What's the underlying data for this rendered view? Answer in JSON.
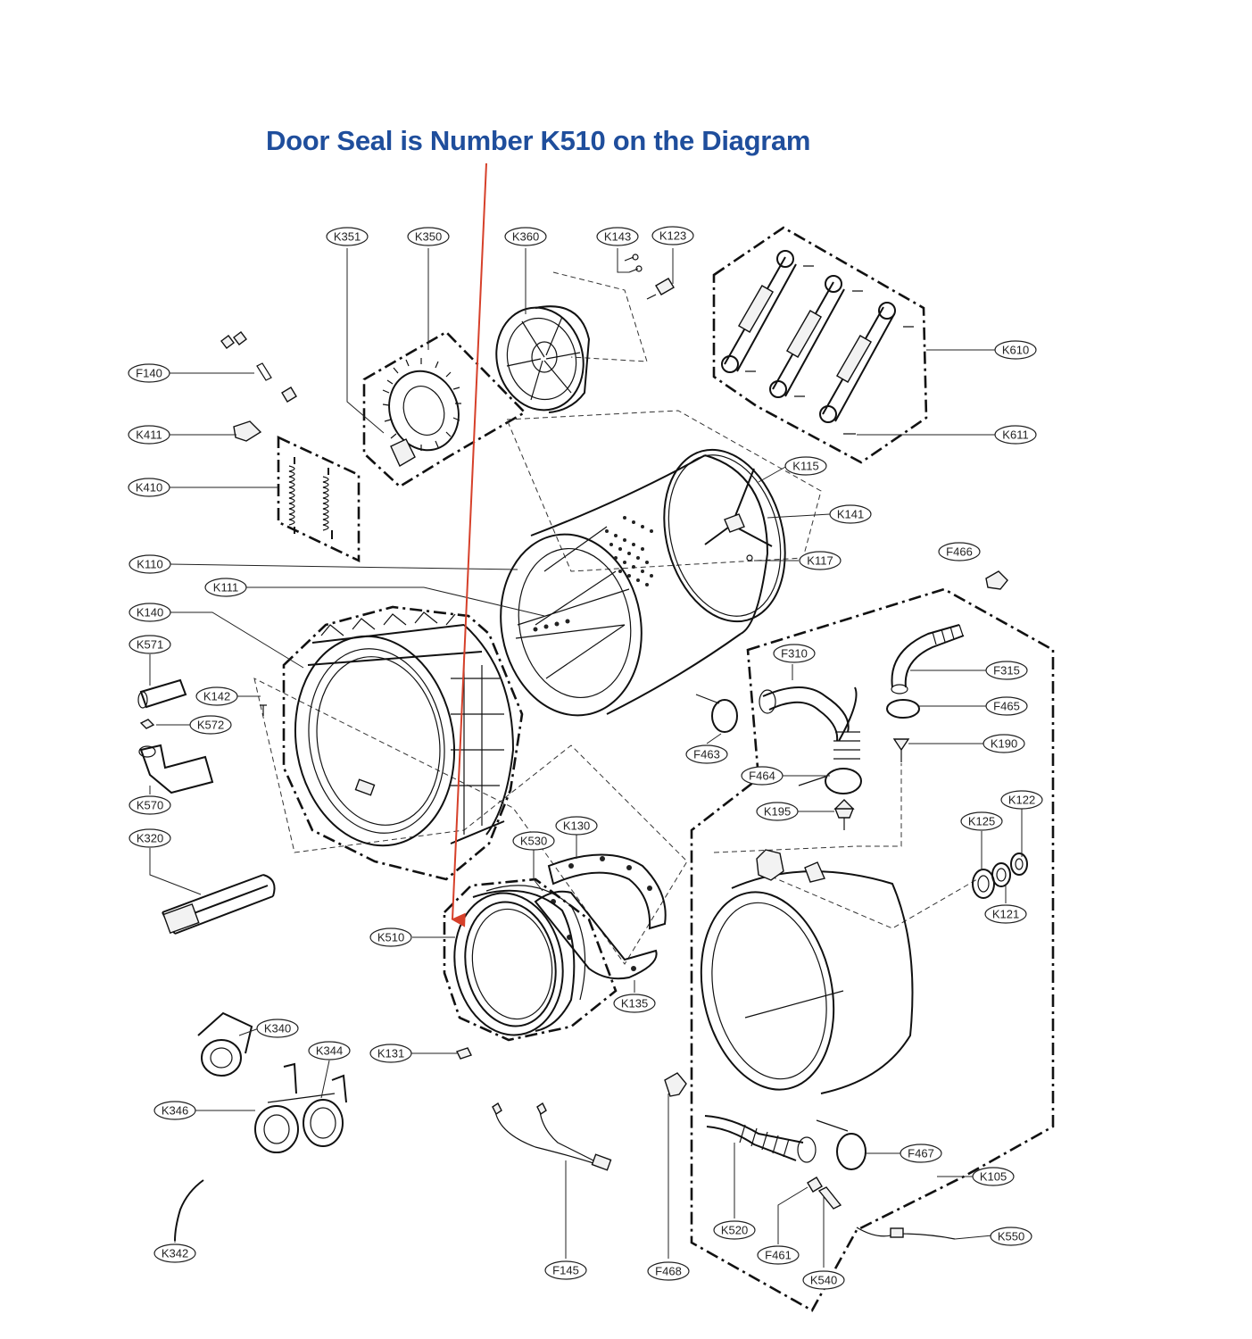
{
  "annotation": {
    "headline": "Door Seal is Number K510 on the Diagram",
    "headline_color": "#1f4e9c",
    "arrow_color": "#d6402a"
  },
  "labels": [
    {
      "id": "K351",
      "text": "K351"
    },
    {
      "id": "K350",
      "text": "K350"
    },
    {
      "id": "K360",
      "text": "K360"
    },
    {
      "id": "K143",
      "text": "K143"
    },
    {
      "id": "K123",
      "text": "K123"
    },
    {
      "id": "K610",
      "text": "K610"
    },
    {
      "id": "K611",
      "text": "K611"
    },
    {
      "id": "F140",
      "text": "F140"
    },
    {
      "id": "K411",
      "text": "K411"
    },
    {
      "id": "K410",
      "text": "K410"
    },
    {
      "id": "K115",
      "text": "K115"
    },
    {
      "id": "K141",
      "text": "K141"
    },
    {
      "id": "K117",
      "text": "K117"
    },
    {
      "id": "F466",
      "text": "F466"
    },
    {
      "id": "K110",
      "text": "K110"
    },
    {
      "id": "K111",
      "text": "K111"
    },
    {
      "id": "K140",
      "text": "K140"
    },
    {
      "id": "K571",
      "text": "K571"
    },
    {
      "id": "K142",
      "text": "K142"
    },
    {
      "id": "K572",
      "text": "K572"
    },
    {
      "id": "K570",
      "text": "K570"
    },
    {
      "id": "K320",
      "text": "K320"
    },
    {
      "id": "F310",
      "text": "F310"
    },
    {
      "id": "F315",
      "text": "F315"
    },
    {
      "id": "F465",
      "text": "F465"
    },
    {
      "id": "F463",
      "text": "F463"
    },
    {
      "id": "K190",
      "text": "K190"
    },
    {
      "id": "F464",
      "text": "F464"
    },
    {
      "id": "K195",
      "text": "K195"
    },
    {
      "id": "K122",
      "text": "K122"
    },
    {
      "id": "K125",
      "text": "K125"
    },
    {
      "id": "K121",
      "text": "K121"
    },
    {
      "id": "K130",
      "text": "K130"
    },
    {
      "id": "K530",
      "text": "K530"
    },
    {
      "id": "K510",
      "text": "K510"
    },
    {
      "id": "K135",
      "text": "K135"
    },
    {
      "id": "K340",
      "text": "K340"
    },
    {
      "id": "K344",
      "text": "K344"
    },
    {
      "id": "K131",
      "text": "K131"
    },
    {
      "id": "K346",
      "text": "K346"
    },
    {
      "id": "F467",
      "text": "F467"
    },
    {
      "id": "K105",
      "text": "K105"
    },
    {
      "id": "K520",
      "text": "K520"
    },
    {
      "id": "F461",
      "text": "F461"
    },
    {
      "id": "K550",
      "text": "K550"
    },
    {
      "id": "K540",
      "text": "K540"
    },
    {
      "id": "K342",
      "text": "K342"
    },
    {
      "id": "F145",
      "text": "F145"
    },
    {
      "id": "F468",
      "text": "F468"
    }
  ]
}
